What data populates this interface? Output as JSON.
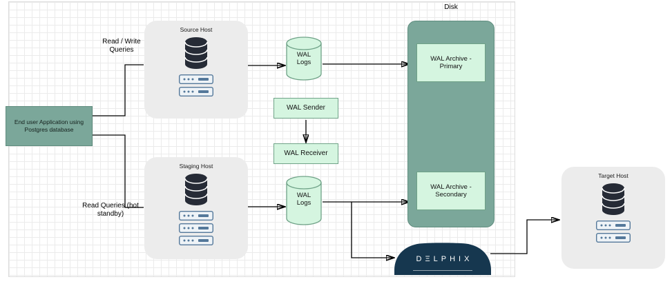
{
  "nodes": {
    "disk": "Disk",
    "source_host": "Source Host",
    "staging_host": "Staging  Host",
    "target_host": "Target Host",
    "end_user_app": "End user Application using Postgres database",
    "read_write_label": "Read / Write Queries",
    "read_queries_label": "Read Queries (hot standby)",
    "wal_logs_source": "WAL Logs",
    "wal_logs_staging": "WAL Logs",
    "wal_sender": "WAL Sender",
    "wal_receiver": "WAL Receiver",
    "wal_archive_primary": "WAL Archive - Primary",
    "wal_archive_secondary": "WAL Archive - Secondary",
    "delphix_logo": "DΞLPHIX"
  },
  "icons": {
    "database-icon": "dark stacked-disk database cylinder",
    "server-icon": "rack server unit with indicator dots",
    "cylinder-icon": "mint data-store cylinder",
    "delphix-shape": "dark navy delphix logo vessel"
  },
  "colors": {
    "teal": "#7BA79A",
    "teal-border": "#5F8C7E",
    "mint": "#D5F5E0",
    "mint-border": "#6FA287",
    "host-gray": "#ECECEC",
    "navy": "#16374F",
    "arrow": "#000000",
    "grid": "#EBEBEB"
  }
}
